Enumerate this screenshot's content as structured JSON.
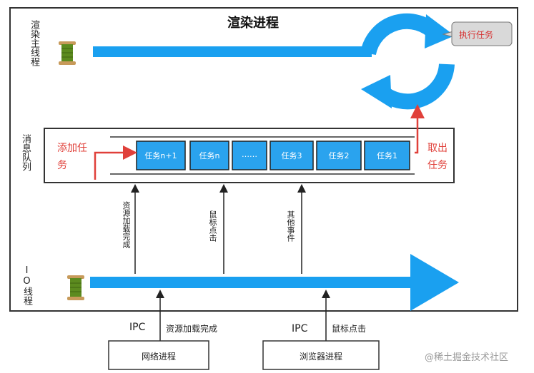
{
  "title": "渲染进程",
  "render_thread_label": "渲染主线程",
  "io_thread_label": "IO线程",
  "queue_label": "消息队列",
  "execute_task_label": "执行任务",
  "add_task_label": "添加任务",
  "take_task_label": "取出任务",
  "tasks": [
    "任务n+1",
    "任务n",
    "……",
    "任务3",
    "任务2",
    "任务1"
  ],
  "events": [
    "资源加载完成",
    "鼠标点击",
    "其他事件"
  ],
  "ipc_left": {
    "ipc": "IPC",
    "desc": "资源加载完成"
  },
  "ipc_right": {
    "ipc": "IPC",
    "desc": "鼠标点击"
  },
  "network_process": "网络进程",
  "browser_process": "浏览器进程",
  "watermark": "@稀土掘金技术社区",
  "colors": {
    "blue": "#1aa0f0",
    "red": "#e0403a",
    "task_fill": "#2aa3ee",
    "bubble": "#d9d9d9"
  }
}
